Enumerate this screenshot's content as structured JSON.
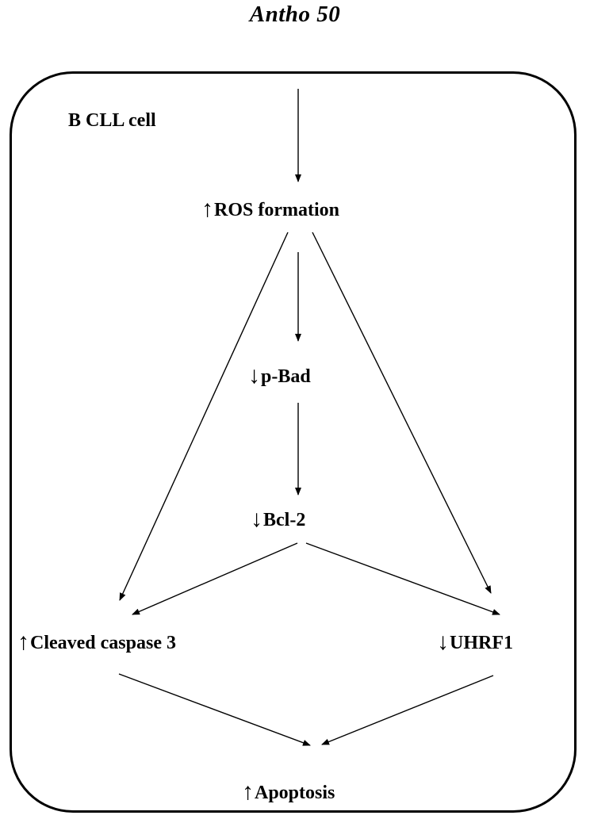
{
  "title": "Antho 50",
  "cell_label": "B CLL cell",
  "nodes": {
    "ros": {
      "arrow": "↑",
      "text": "ROS formation"
    },
    "pbad": {
      "arrow": "↓",
      "text": "p-Bad"
    },
    "bcl2": {
      "arrow": "↓",
      "text": "Bcl-2"
    },
    "caspase": {
      "arrow": "↑",
      "text": "Cleaved caspase 3"
    },
    "uhrf1": {
      "arrow": "↓",
      "text": "UHRF1"
    },
    "apoptosis": {
      "arrow": "↑",
      "text": "Apoptosis"
    }
  }
}
